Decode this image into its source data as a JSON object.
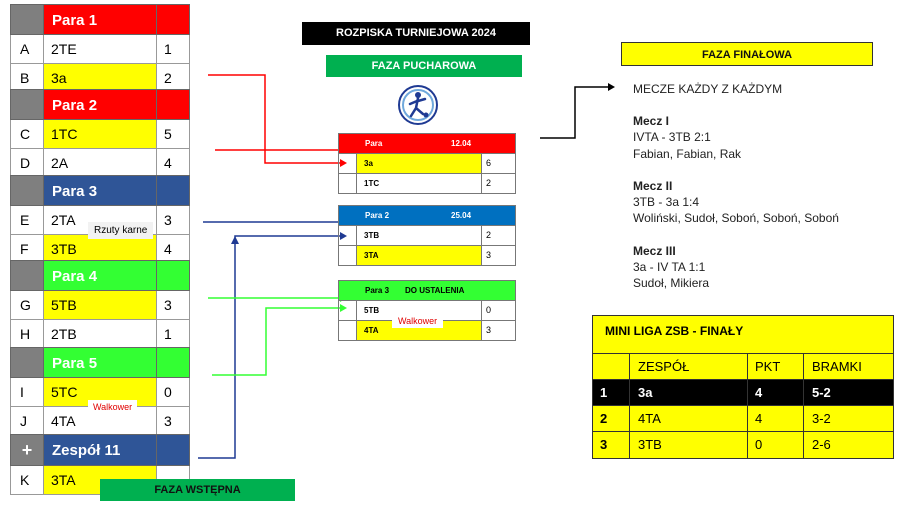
{
  "title": "ROZPISKA TURNIEJOWA 2024",
  "phase_cup": "FAZA PUCHAROWA",
  "phase_final": "FAZA FINAŁOWA",
  "phase_initial": "FAZA WSTĘPNA",
  "colors": {
    "red": "#ff0000",
    "blue": "#2f5597",
    "green": "#33ff33",
    "gray": "#7f7f7f",
    "yellow": "#ffff00",
    "phase_green": "#00b050",
    "mid_blue": "#0070c0",
    "dark": "#000000"
  },
  "groups": [
    {
      "name": "Para 1",
      "color": "red",
      "sq": "",
      "rows": [
        {
          "l": "A",
          "t": "2TE",
          "s": "1",
          "hl": false
        },
        {
          "l": "B",
          "t": "3a",
          "s": "2",
          "hl": true
        }
      ]
    },
    {
      "name": "Para 2",
      "color": "red",
      "sq": "",
      "rows": [
        {
          "l": "C",
          "t": "1TC",
          "s": "5",
          "hl": true
        },
        {
          "l": "D",
          "t": "2A",
          "s": "4",
          "hl": false
        }
      ]
    },
    {
      "name": "Para 3",
      "color": "blue",
      "sq": "",
      "rows": [
        {
          "l": "E",
          "t": "2TA",
          "s": "3",
          "hl": false
        },
        {
          "l": "F",
          "t": "3TB",
          "s": "4",
          "hl": true
        }
      ]
    },
    {
      "name": "Para 4",
      "color": "green",
      "sq": "",
      "rows": [
        {
          "l": "G",
          "t": "5TB",
          "s": "3",
          "hl": true
        },
        {
          "l": "H",
          "t": "2TB",
          "s": "1",
          "hl": false
        }
      ]
    },
    {
      "name": "Para 5",
      "color": "green",
      "sq": "",
      "rows": [
        {
          "l": "I",
          "t": "5TC",
          "s": "0",
          "hl": true
        },
        {
          "l": "J",
          "t": "4TA",
          "s": "3",
          "hl": false
        }
      ]
    },
    {
      "name": "Zespół 11",
      "color": "blue",
      "sq": "+",
      "rows": [
        {
          "l": "K",
          "t": "3TA",
          "s": "",
          "hl": true
        }
      ]
    }
  ],
  "notes": {
    "rzuty": "Rzuty karne",
    "walkower_left": "Walkower",
    "walkower_mid": "Walkower"
  },
  "matches": [
    {
      "label": "Para",
      "date": "12.04",
      "color": "red",
      "rows": [
        {
          "t": "3a",
          "s": "6",
          "hl": true
        },
        {
          "t": "1TC",
          "s": "2",
          "hl": false
        }
      ]
    },
    {
      "label": "Para 2",
      "date": "25.04",
      "color": "mid_blue",
      "rows": [
        {
          "t": "3TB",
          "s": "2",
          "hl": false
        },
        {
          "t": "3TA",
          "s": "3",
          "hl": true
        }
      ]
    },
    {
      "label": "Para 3",
      "date": "DO USTALENIA",
      "color": "green",
      "rows": [
        {
          "t": "5TB",
          "s": "0",
          "hl": false
        },
        {
          "t": "4TA",
          "s": "3",
          "hl": true
        }
      ]
    }
  ],
  "final_text": {
    "intro": "MECZE KAŻDY Z KAŻDYM",
    "m1_title": "Mecz I",
    "m1_result": "IVTA - 3TB 2:1",
    "m1_scorers": "Fabian, Fabian, Rak",
    "m2_title": "Mecz II",
    "m2_result": "3TB - 3a 1:4",
    "m2_scorers": "Woliński, Sudoł, Soboń, Soboń, Soboń",
    "m3_title": "Mecz III",
    "m3_result": "3a - IV TA 1:1",
    "m3_scorers": "Sudoł, Mikiera"
  },
  "liga": {
    "title": "MINI LIGA ZSB - FINAŁY",
    "headers": [
      "",
      "ZESPÓŁ",
      "PKT",
      "BRAMKI"
    ],
    "rows": [
      {
        "pos": "1",
        "team": "3a",
        "pkt": "4",
        "goals": "5-2",
        "hl": true
      },
      {
        "pos": "2",
        "team": "4TA",
        "pkt": "4",
        "goals": "3-2",
        "hl": false
      },
      {
        "pos": "3",
        "team": "3TB",
        "pkt": "0",
        "goals": "2-6",
        "hl": false
      }
    ]
  }
}
